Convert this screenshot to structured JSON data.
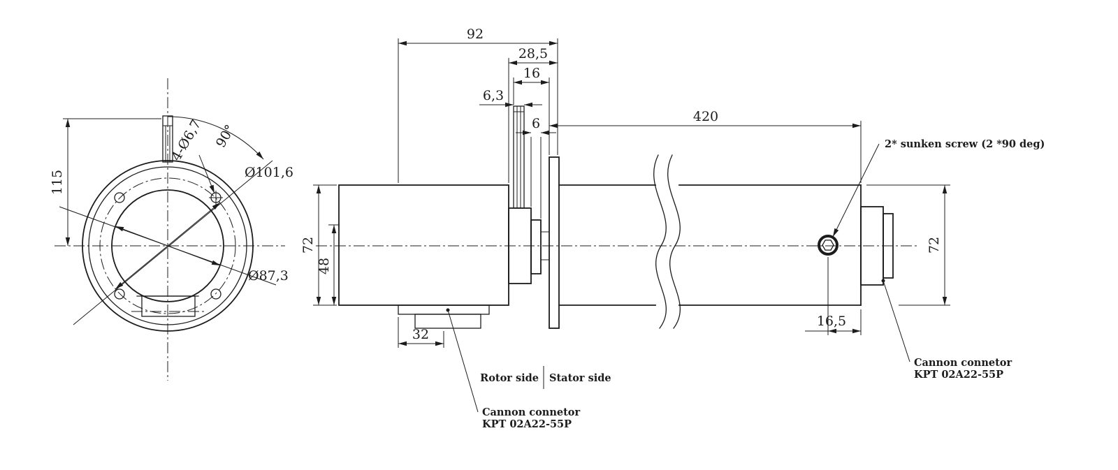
{
  "ink": "#1c1c1c",
  "background": "#ffffff",
  "front_view": {
    "dim_height": "115",
    "holes_note": "4-Ø6,7",
    "angle_note": "90°",
    "dia_outer": "Ø101,6",
    "dia_inner": "Ø87,3"
  },
  "side_view": {
    "dim_92": "92",
    "dim_28_5": "28,5",
    "dim_16": "16",
    "dim_6_3": "6,3",
    "dim_6": "6",
    "dim_420": "420",
    "dim_72_left": "72",
    "dim_48": "48",
    "dim_32": "32",
    "dim_72_right": "72",
    "dim_16_5": "16,5",
    "rotor_side": "Rotor side",
    "stator_side": "Stator side",
    "screw_note": "2* sunken screw (2 *90 deg)",
    "connector_bottom": {
      "line1": "Cannon connetor",
      "line2": "KPT 02A22-55P"
    },
    "connector_right": {
      "line1": "Cannon connetor",
      "line2": "KPT 02A22-55P"
    }
  }
}
